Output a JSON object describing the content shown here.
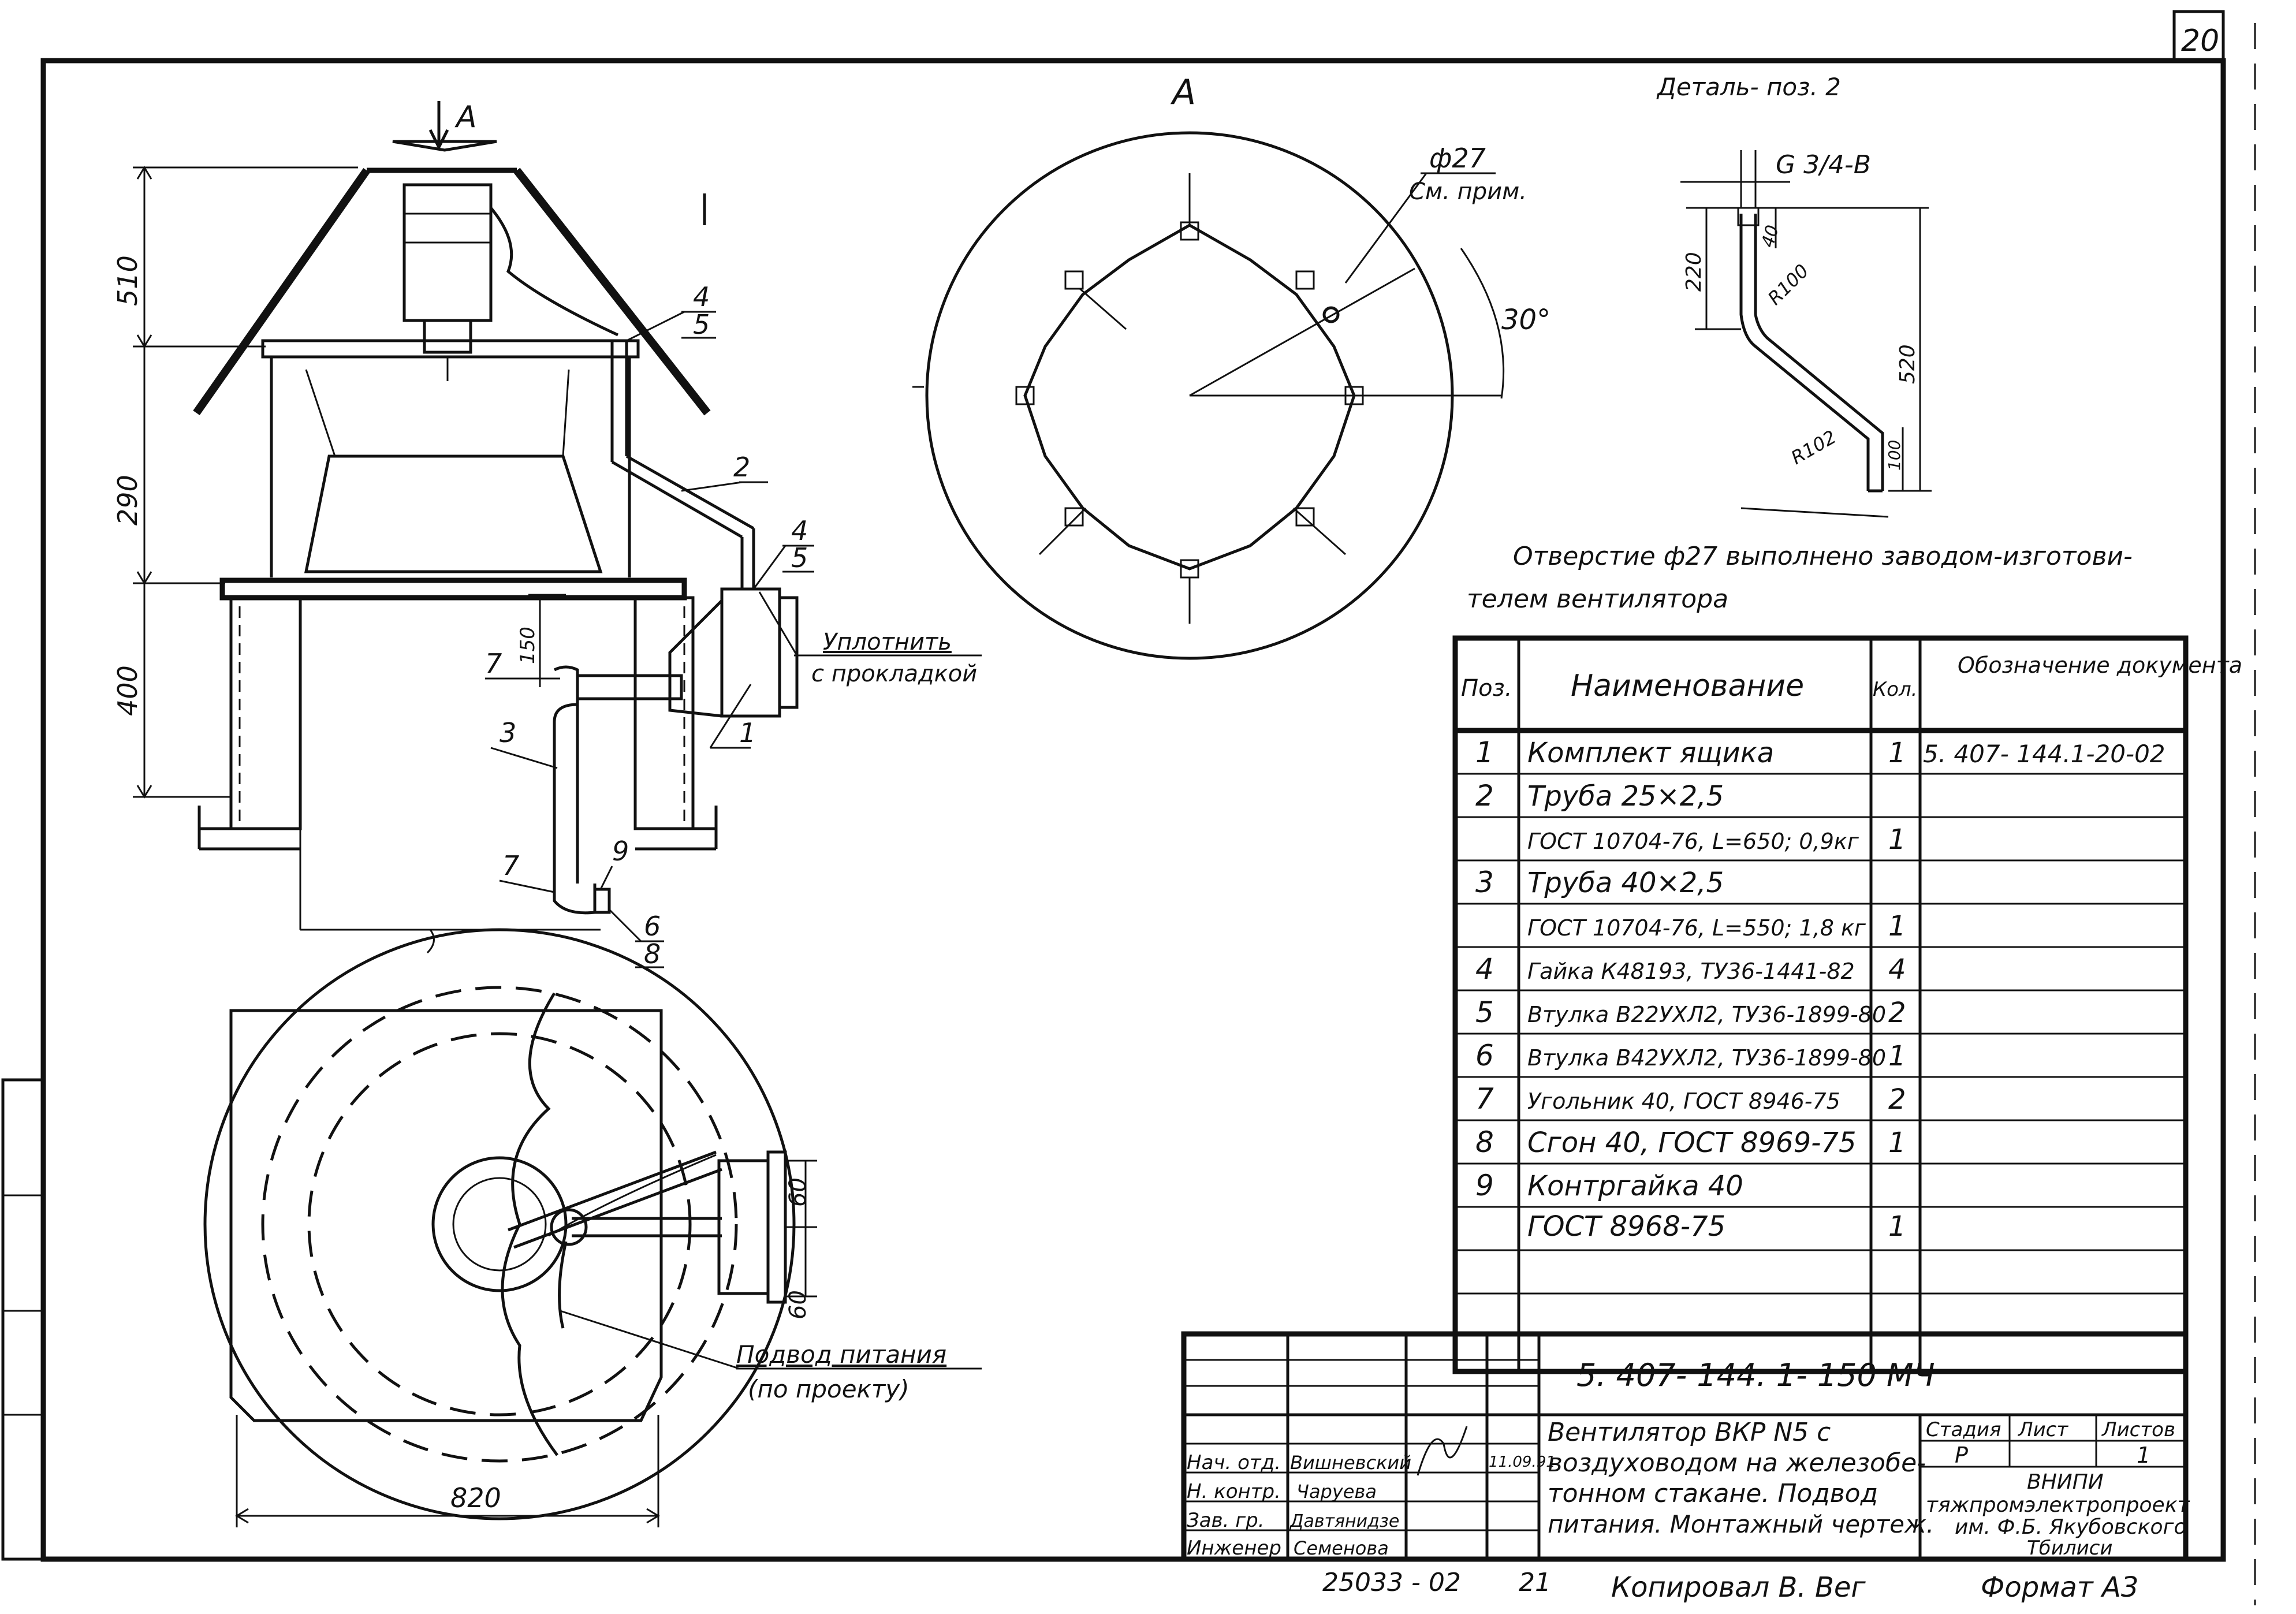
{
  "sheet": {
    "page_number": "20",
    "format": "Формат А3",
    "copied_by": "Копировал В. Вег",
    "archive_no": "25033 - 02",
    "archive_sheet": "21"
  },
  "views": {
    "arrow_label": "А",
    "view_a_title": "А",
    "detail_title": "Деталь- поз. 2"
  },
  "dimensions": {
    "main_510": "510",
    "main_290": "290",
    "main_400": "400",
    "main_150": "150",
    "plan_820": "820",
    "plan_60_top": "60",
    "plan_60_bottom": "60",
    "view_a_hole": "ф27",
    "view_a_note": "См. прим.",
    "view_a_angle": "30°",
    "detail_thread": "G 3/4-В",
    "detail_220": "220",
    "detail_40": "40",
    "detail_r100": "R100",
    "detail_r102": "R102",
    "detail_520": "520",
    "detail_100": "100"
  },
  "callouts": {
    "c4a": "4",
    "c5a": "5",
    "c2": "2",
    "c4b": "4",
    "c5b": "5",
    "c7a": "7",
    "c3": "3",
    "c1": "1",
    "c7b": "7",
    "c9": "9",
    "c6": "6",
    "c8": "8",
    "seal_line1": "Уплотнить",
    "seal_line2": "с прокладкой",
    "power_line1": "Подвод питания",
    "power_line2": "(по проекту)"
  },
  "note": {
    "line1": "Отверстие ф27 выполнено заводом-изготови-",
    "line2": "телем вентилятора"
  },
  "spec": {
    "headers": {
      "pos": "Поз.",
      "name": "Наименование",
      "qty": "Кол.",
      "doc": "Обозначение документа"
    },
    "rows": [
      {
        "pos": "1",
        "name": "Комплект ящика",
        "qty": "1",
        "doc": "5. 407- 144.1-20-02"
      },
      {
        "pos": "2",
        "name": "Труба 25×2,5",
        "qty": "",
        "doc": ""
      },
      {
        "pos": "",
        "name": "ГОСТ 10704-76, L=650; 0,9кг",
        "qty": "1",
        "doc": ""
      },
      {
        "pos": "3",
        "name": "Труба 40×2,5",
        "qty": "",
        "doc": ""
      },
      {
        "pos": "",
        "name": "ГОСТ 10704-76, L=550; 1,8 кг",
        "qty": "1",
        "doc": ""
      },
      {
        "pos": "4",
        "name": "Гайка К48193, ТУ36-1441-82",
        "qty": "4",
        "doc": ""
      },
      {
        "pos": "5",
        "name": "Втулка В22УХЛ2, ТУ36-1899-80",
        "qty": "2",
        "doc": ""
      },
      {
        "pos": "6",
        "name": "Втулка В42УХЛ2, ТУ36-1899-80",
        "qty": "1",
        "doc": ""
      },
      {
        "pos": "7",
        "name": "Угольник 40, ГОСТ 8946-75",
        "qty": "2",
        "doc": ""
      },
      {
        "pos": "8",
        "name": "Сгон 40, ГОСТ 8969-75",
        "qty": "1",
        "doc": ""
      },
      {
        "pos": "9",
        "name": "Контргайка 40",
        "qty": "",
        "doc": ""
      },
      {
        "pos": "",
        "name": "ГОСТ 8968-75",
        "qty": "1",
        "doc": ""
      }
    ]
  },
  "titleblock": {
    "designation": "5. 407- 144. 1- 150 МЧ",
    "title_lines": [
      "Вентилятор ВКР N5 с",
      "воздуховодом на железобе-",
      "тонном стакане. Подвод",
      "питания. Монтажный чертеж."
    ],
    "stage_label": "Стадия",
    "sheet_label": "Лист",
    "sheets_label": "Листов",
    "stage_value": "Р",
    "sheets_value": "1",
    "org_lines": [
      "ВНИПИ",
      "тяжпромэлектропроект",
      "им. Ф.Б. Якубовского",
      "Тбилиси"
    ],
    "date": "11.09.91",
    "signers": [
      {
        "role": "Нач. отд.",
        "name": "Вишневский"
      },
      {
        "role": "Н. контр.",
        "name": "Чарyева"
      },
      {
        "role": "Зав. гр.",
        "name": "Давтянидзе"
      },
      {
        "role": "Инженер",
        "name": "Семенова"
      }
    ]
  }
}
